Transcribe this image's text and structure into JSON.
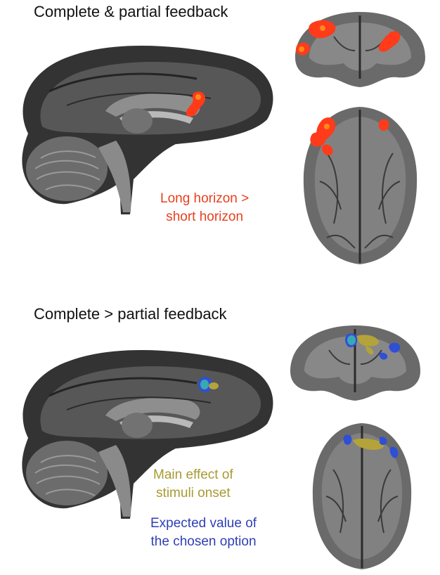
{
  "panels": {
    "top": {
      "title": "Complete & partial feedback",
      "caption": {
        "line1": "Long horizon >",
        "line2": "short horizon",
        "color": "#e8401e"
      }
    },
    "bottom": {
      "title": "Complete > partial feedback",
      "caption_main": {
        "line1": "Main effect of",
        "line2": "stimuli onset",
        "color": "#a89a32"
      },
      "caption_ev": {
        "line1": "Expected value of",
        "line2": "the chosen option",
        "color": "#2f3fb5"
      }
    }
  },
  "colors": {
    "brain_dark": "#2e2e2e",
    "brain_mid": "#6a6a6a",
    "brain_light": "#a8a8a8",
    "activation_red": "#ff3b1a",
    "activation_orange": "#ff8a1c",
    "activation_olive": "#b3a33a",
    "activation_blue": "#2f4fd6",
    "activation_cyan": "#3aa7b5"
  }
}
